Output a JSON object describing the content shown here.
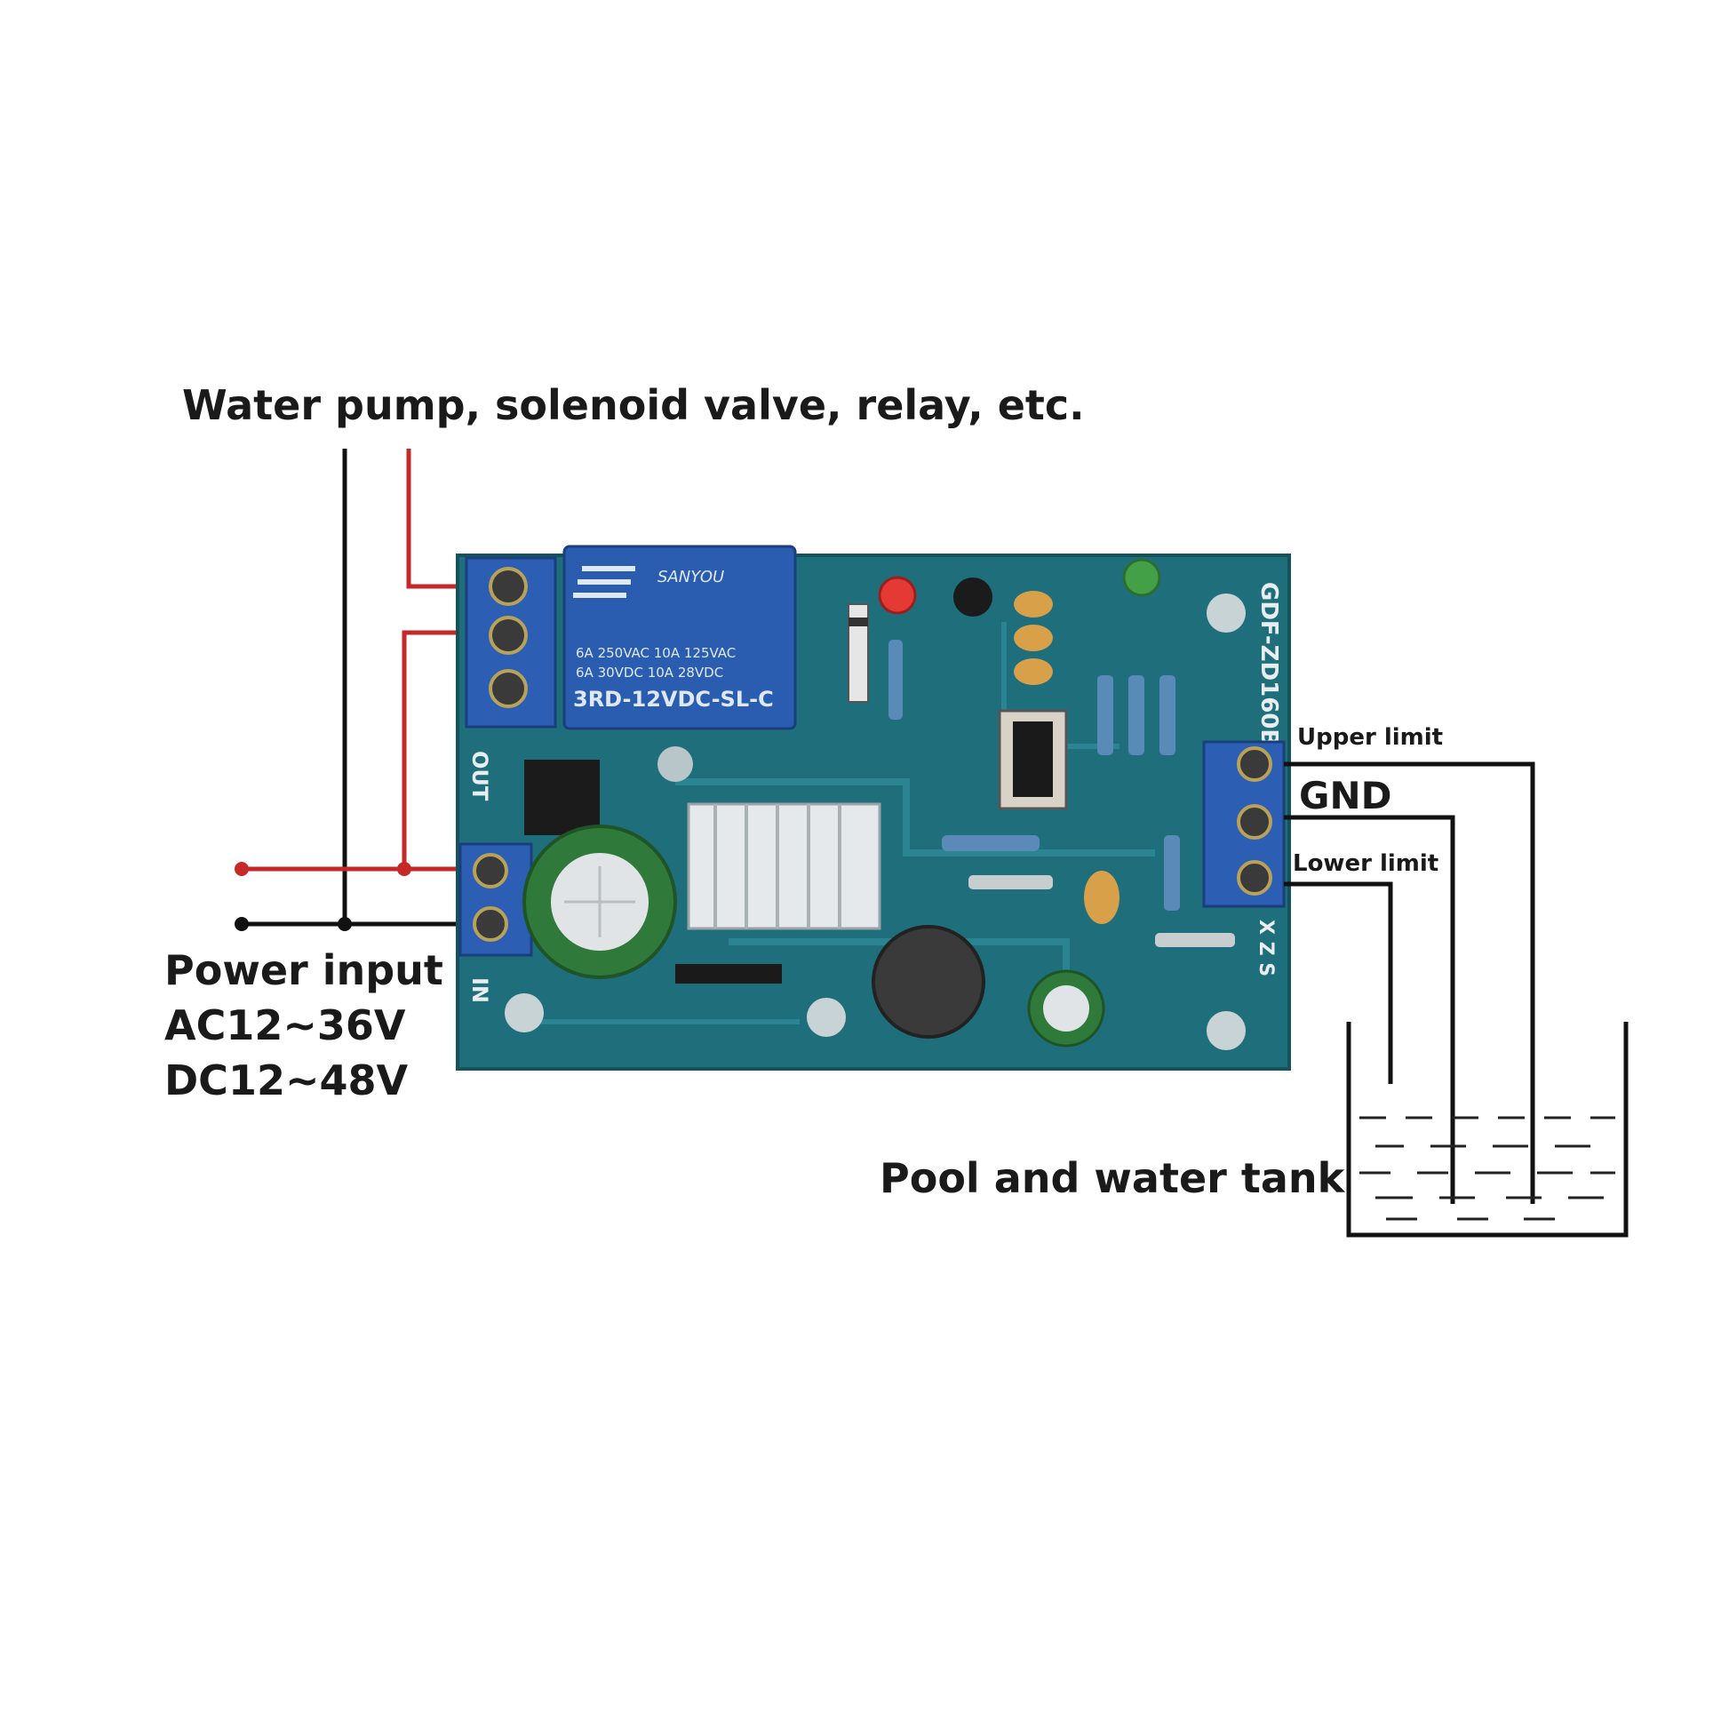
{
  "labels": {
    "load_title": "Water pump, solenoid valve, relay, etc.",
    "power_line1": "Power input",
    "power_line2": "AC12~36V",
    "power_line3": "DC12~48V",
    "upper_limit": "Upper limit",
    "gnd": "GND",
    "lower_limit": "Lower limit",
    "tank": "Pool and water tank"
  },
  "board": {
    "silk_out": "OUT",
    "silk_in": "IN",
    "silk_model": "GDF-ZD160B",
    "silk_xzs": "X Z S",
    "relay_brand": "SANYOU",
    "relay_rating1": "6A 250VAC 10A 125VAC",
    "relay_rating2": "6A 30VDC 10A 28VDC",
    "relay_model": "3RD-12VDC-SL-C"
  },
  "colors": {
    "board": "#1f6e7c",
    "terminal": "#2c5fb3",
    "relay": "#2a5db0",
    "wire_red": "#c62828",
    "wire_black": "#111111",
    "led_red": "#e53935",
    "led_green": "#43a047"
  }
}
